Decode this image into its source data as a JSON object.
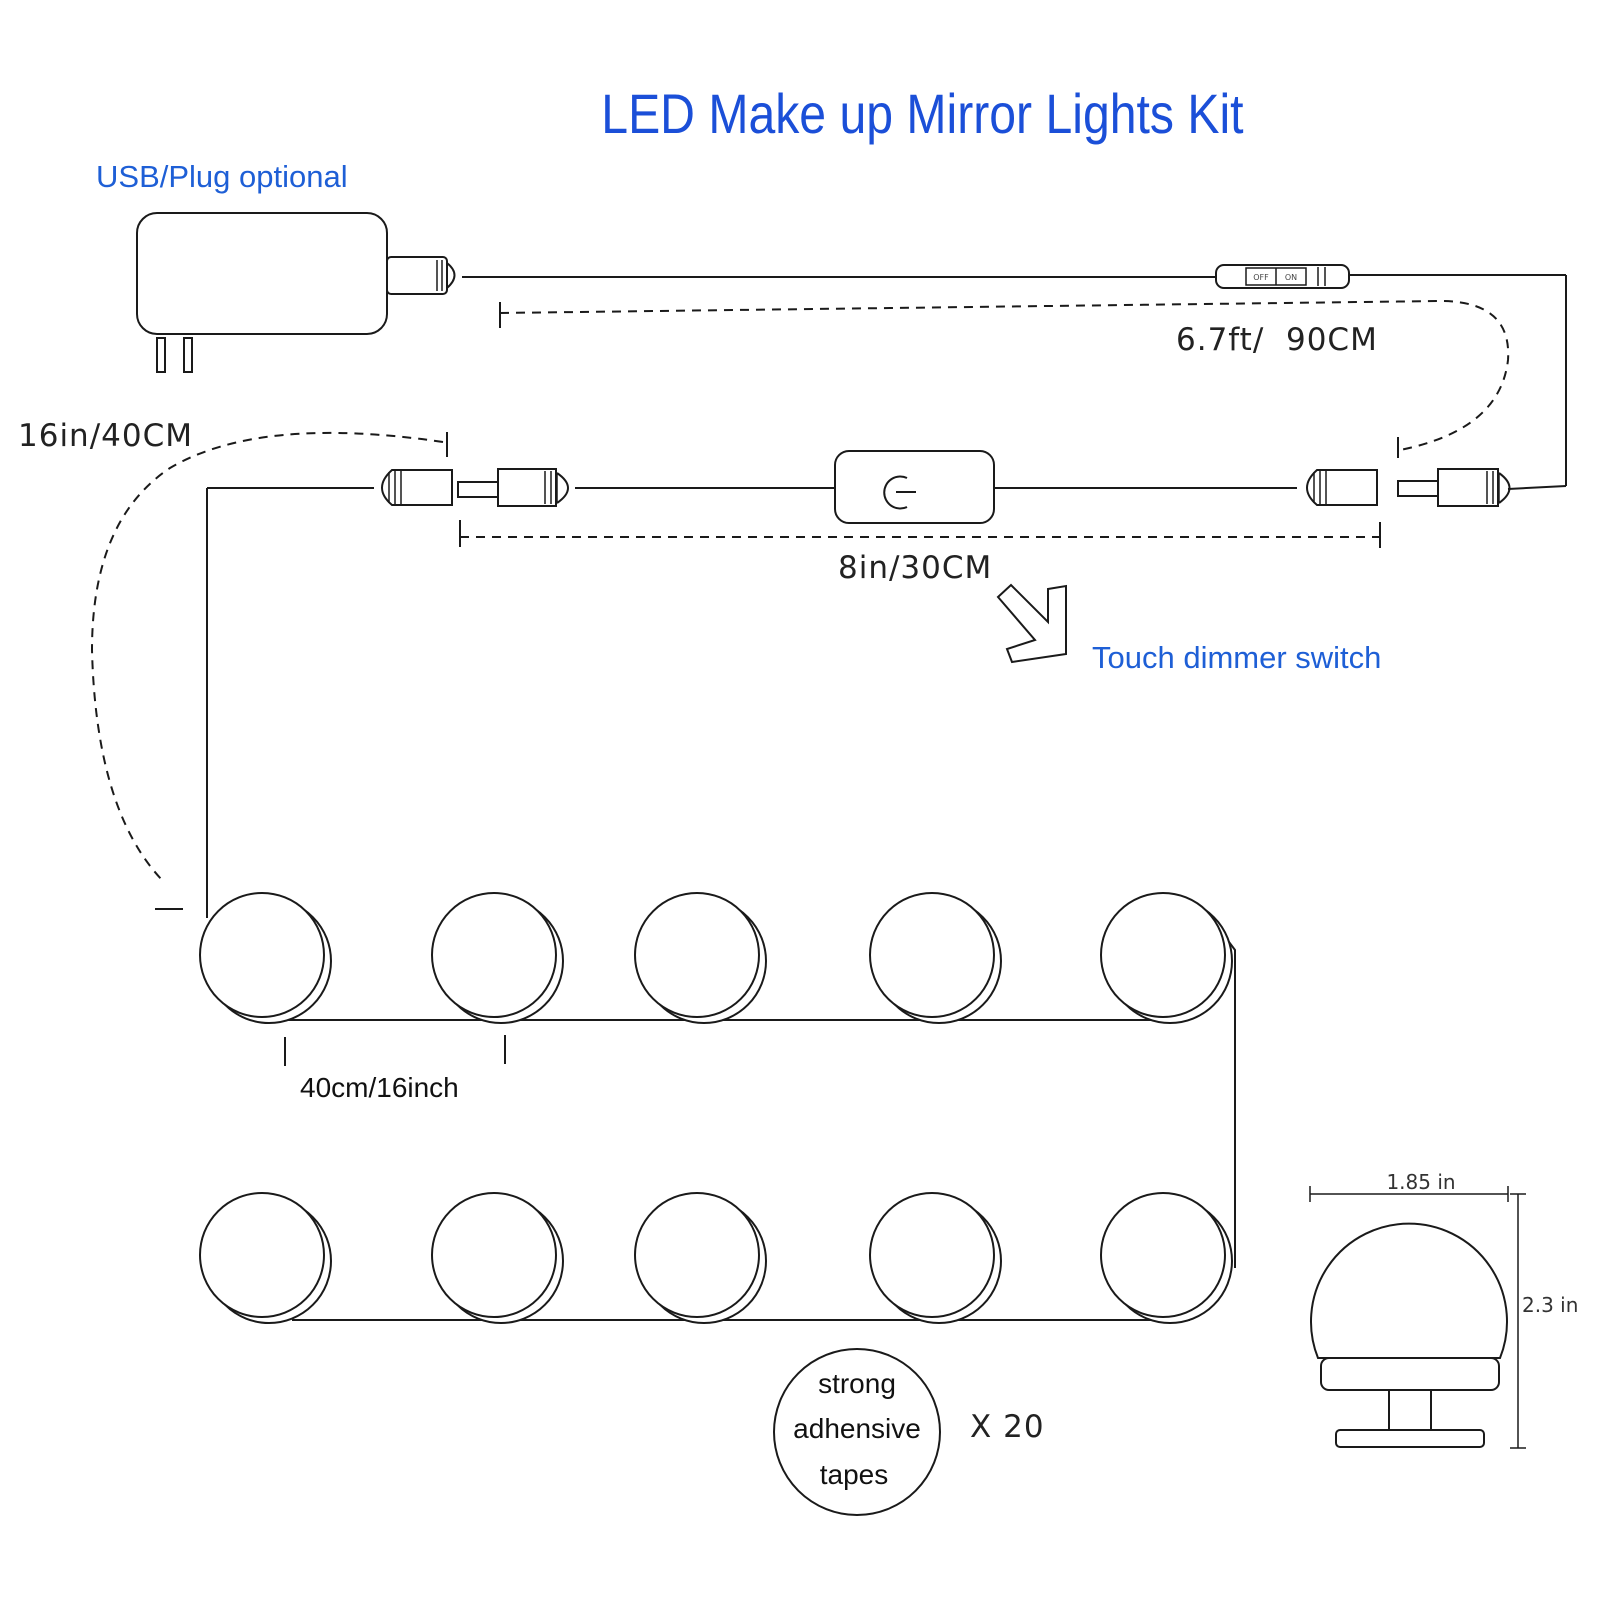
{
  "title": "LED Make up Mirror Lights Kit",
  "power_label": "USB/Plug optional",
  "switch_off_label": "OFF",
  "switch_on_label": "ON",
  "dimension_main_cable": "6.7ft/  90CM",
  "dimension_first_lead": "16in/40CM",
  "dimension_dimmer_segment": "8in/30CM",
  "dimmer_label": "Touch dimmer switch",
  "bulb_spacing_label": "40cm/16inch",
  "adhesive_label_lines": [
    "strong",
    "adhensive",
    "tapes"
  ],
  "adhesive_quantity": "X 20",
  "bulb_width": "1.85 in",
  "bulb_height": "2.3 in",
  "colors": {
    "title": "#1b4fd8",
    "blue_text": "#1e5fd6",
    "line": "#1a1a1a"
  }
}
